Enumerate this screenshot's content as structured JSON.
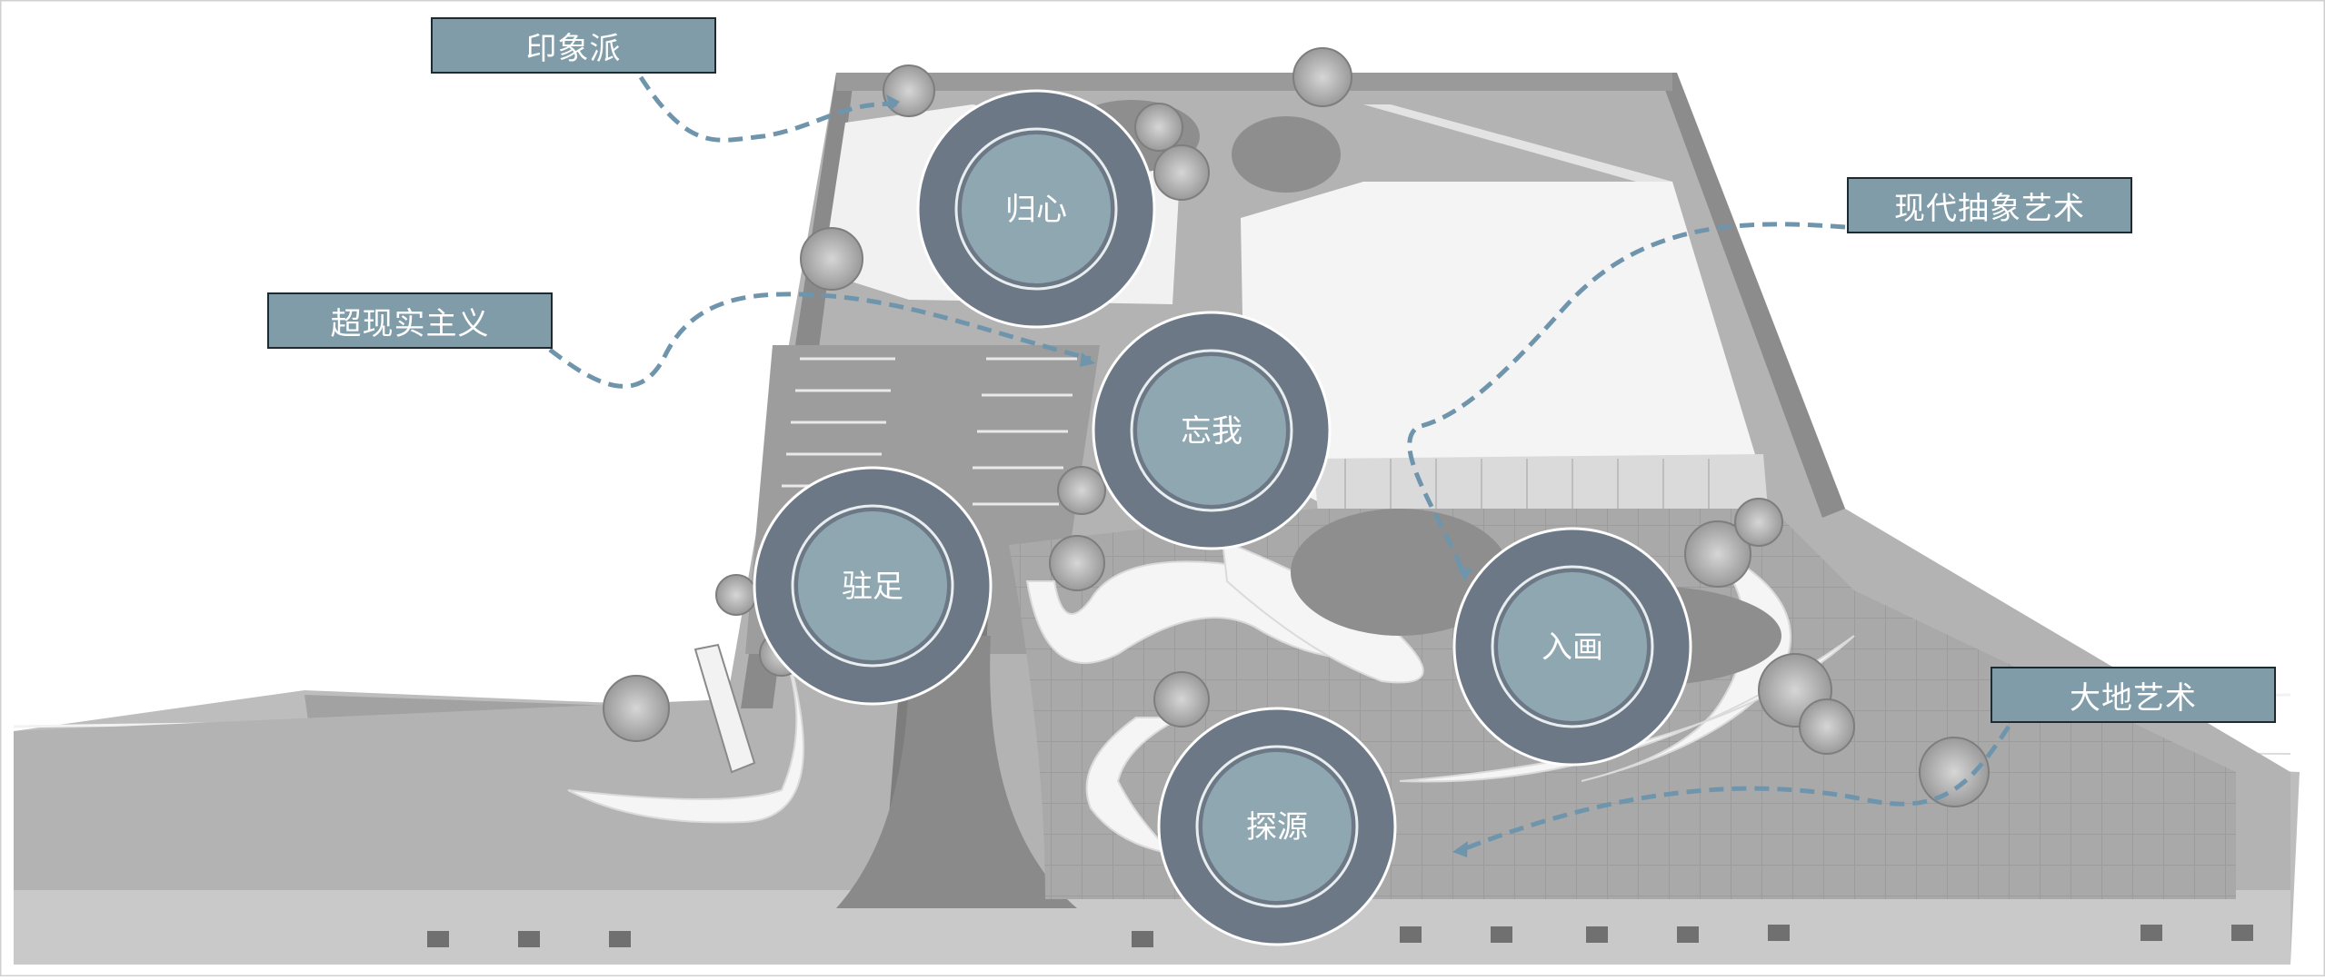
{
  "tags": [
    {
      "id": "impressionism",
      "label": "印象派"
    },
    {
      "id": "surrealism",
      "label": "超现实主义"
    },
    {
      "id": "modern-abstract",
      "label": "现代抽象艺术"
    },
    {
      "id": "land-art",
      "label": "大地艺术"
    }
  ],
  "nodes": [
    {
      "id": "guixin",
      "label": "归心"
    },
    {
      "id": "wangwo",
      "label": "忘我"
    },
    {
      "id": "zhuzu",
      "label": "驻足"
    },
    {
      "id": "ruhua",
      "label": "入画"
    },
    {
      "id": "tanyuan",
      "label": "探源"
    }
  ],
  "colors": {
    "tag_fill": "#7f9ca8",
    "ring_outer": "#6c7885",
    "ring_inner": "#8ea7b0",
    "dash": "#6f95ad"
  }
}
